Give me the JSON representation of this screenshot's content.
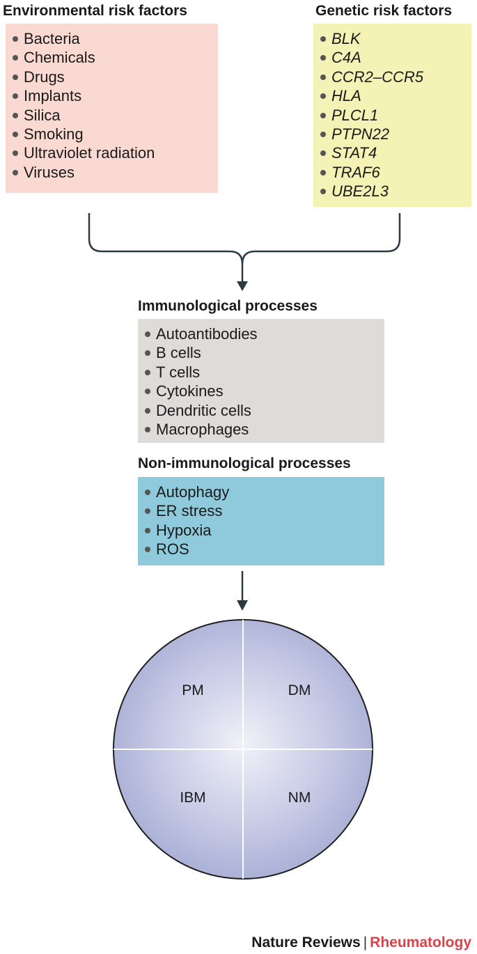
{
  "env": {
    "title": "Environmental risk factors",
    "items": [
      "Bacteria",
      "Chemicals",
      "Drugs",
      "Implants",
      "Silica",
      "Smoking",
      "Ultraviolet radiation",
      "Viruses"
    ]
  },
  "genetic": {
    "title": "Genetic risk factors",
    "items": [
      "BLK",
      "C4A",
      "CCR2–CCR5",
      "HLA",
      "PLCL1",
      "PTPN22",
      "STAT4",
      "TRAF6",
      "UBE2L3"
    ]
  },
  "immuno": {
    "title": "Immunological processes",
    "items": [
      "Autoantibodies",
      "B cells",
      "T cells",
      "Cytokines",
      "Dendritic cells",
      "Macrophages"
    ]
  },
  "nonimmuno": {
    "title": "Non-immunological processes",
    "items": [
      "Autophagy",
      "ER stress",
      "Hypoxia",
      "ROS"
    ]
  },
  "circle": {
    "top_left": "PM",
    "top_right": "DM",
    "bottom_left": "IBM",
    "bottom_right": "NM"
  },
  "footer": {
    "brand": "Nature Reviews",
    "separator": "|",
    "journal": "Rheumatology"
  },
  "colors": {
    "env_box": "#f9d9d2",
    "genetic_box": "#f4f2b4",
    "immuno_box": "#dddcd9",
    "nonimmuno_box": "#8ec9dc",
    "circle_fill": "#b9bedf",
    "connector": "#2b3a42",
    "journal": "#d9434a"
  }
}
